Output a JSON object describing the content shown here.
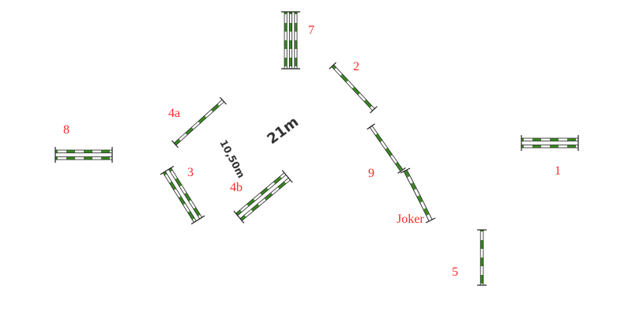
{
  "colors": {
    "label": "#ff2a2a",
    "pole_stripe": "#3a8a22",
    "pole_base": "#ffffff",
    "pole_outline": "#222222",
    "distance_text": "#333333"
  },
  "obstacles": [
    {
      "id": "1",
      "label": "1",
      "kind": "oxer",
      "stripes": "green-white"
    },
    {
      "id": "2",
      "label": "2",
      "kind": "vertical",
      "stripes": "green-white"
    },
    {
      "id": "3",
      "label": "3",
      "kind": "oxer",
      "stripes": "green-white"
    },
    {
      "id": "4a",
      "label": "4a",
      "kind": "vertical",
      "stripes": "green-white"
    },
    {
      "id": "4b",
      "label": "4b",
      "kind": "oxer",
      "stripes": "green-white"
    },
    {
      "id": "5",
      "label": "5",
      "kind": "vertical",
      "stripes": "green-white"
    },
    {
      "id": "7",
      "label": "7",
      "kind": "triple",
      "stripes": "green-white"
    },
    {
      "id": "8",
      "label": "8",
      "kind": "oxer",
      "stripes": "green-white"
    },
    {
      "id": "9",
      "label": "9",
      "kind": "vertical",
      "stripes": "green-white"
    },
    {
      "id": "joker",
      "label": "Joker",
      "kind": "curved",
      "stripes": "green-white"
    }
  ],
  "distances": [
    {
      "id": "d21",
      "text": "21m"
    },
    {
      "id": "d1050",
      "text": "10,50m"
    }
  ]
}
